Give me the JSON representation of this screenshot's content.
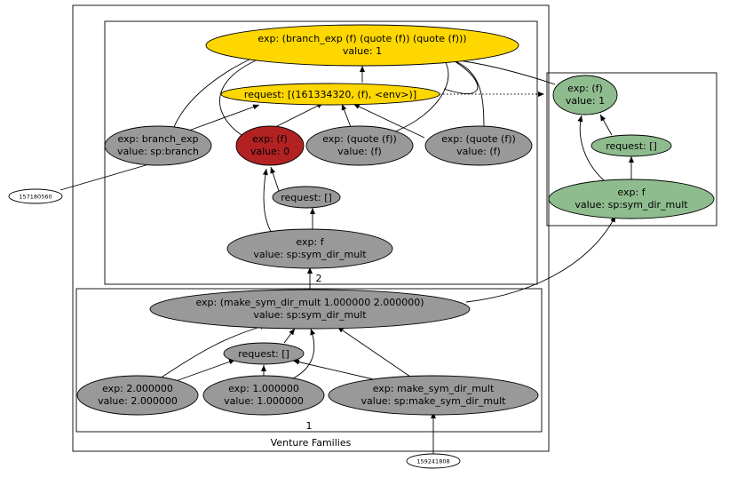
{
  "clusters": {
    "outer_title": "Venture Families",
    "family_2": "2",
    "family_1": "1"
  },
  "colors": {
    "yellow": "#ffd700",
    "red": "#b22222",
    "gray": "#999999",
    "green": "#8fbc8f",
    "white": "#ffffff"
  },
  "nodes": {
    "top_exp": {
      "line1": "exp: (branch_exp (f) (quote (f)) (quote (f)))",
      "line2": "value: 1"
    },
    "top_request": {
      "line1": "request: [(161334320, (f), <env>)]"
    },
    "branch_exp": {
      "line1": "exp: branch_exp",
      "line2": "value: sp:branch"
    },
    "f_call": {
      "line1": "exp: (f)",
      "line2": "value: 0"
    },
    "quote1": {
      "line1": "exp: (quote (f))",
      "line2": "value: (f)"
    },
    "quote2": {
      "line1": "exp: (quote (f))",
      "line2": "value: (f)"
    },
    "req_empty_2": {
      "line1": "request: []"
    },
    "f_sym_2": {
      "line1": "exp: f",
      "line2": "value: sp:sym_dir_mult"
    },
    "make_sym": {
      "line1": "exp: (make_sym_dir_mult 1.000000 2.000000)",
      "line2": "value: sp:sym_dir_mult"
    },
    "req_empty_1": {
      "line1": "request: []"
    },
    "num2": {
      "line1": "exp: 2.000000",
      "line2": "value: 2.000000"
    },
    "num1": {
      "line1": "exp: 1.000000",
      "line2": "value: 1.000000"
    },
    "make_sym_sp": {
      "line1": "exp: make_sym_dir_mult",
      "line2": "value: sp:make_sym_dir_mult"
    },
    "green_f": {
      "line1": "exp: (f)",
      "line2": "value: 1"
    },
    "green_req": {
      "line1": "request: []"
    },
    "green_sym": {
      "line1": "exp: f",
      "line2": "value: sp:sym_dir_mult"
    },
    "addr_157": {
      "line1": "157180560"
    },
    "addr_159": {
      "line1": "159241808"
    }
  }
}
